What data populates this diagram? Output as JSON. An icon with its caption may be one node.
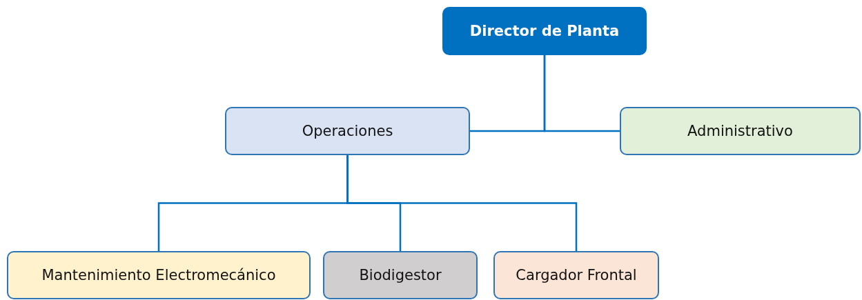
{
  "diagram": {
    "nodes": [
      {
        "text": [
          "Director de Planta"
        ]
      },
      {
        "text": [
          "Operaciones"
        ]
      },
      {
        "text": [
          "Administrativo"
        ]
      },
      {
        "text": [
          "Mantenimiento Electromecánico"
        ]
      },
      {
        "text": [
          "Biodigestor"
        ]
      },
      {
        "text": [
          "Cargador Frontal"
        ]
      }
    ],
    "edges": [
      {
        "from": 0,
        "to": 1,
        "arrow": "none"
      },
      {
        "from": 0,
        "to": 2,
        "arrow": "none"
      },
      {
        "from": 1,
        "to": 3,
        "arrow": "none"
      },
      {
        "from": 1,
        "to": 4,
        "arrow": "none"
      },
      {
        "from": 1,
        "to": 5,
        "arrow": "none"
      }
    ]
  }
}
